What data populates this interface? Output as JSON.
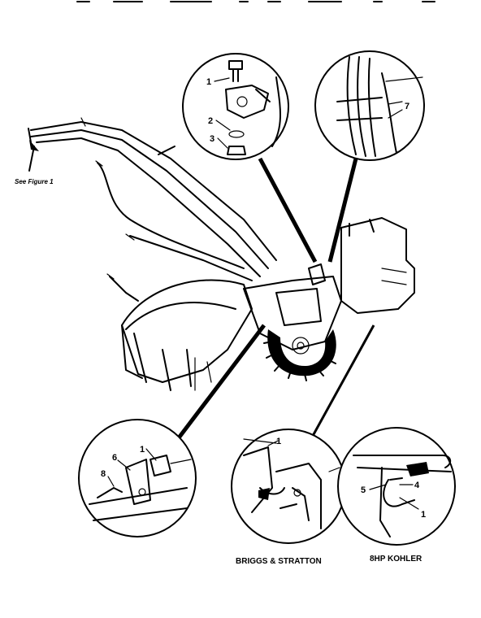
{
  "header_fragment": "",
  "see_figure": "See Figure 1",
  "captions": {
    "briggs": "BRIGGS & STRATTON",
    "kohler": "8HP KOHLER"
  },
  "callouts": {
    "top_left": [
      "1",
      "2",
      "3"
    ],
    "top_right": [
      "7"
    ],
    "bottom_left": [
      "1",
      "6",
      "8"
    ],
    "bottom_middle": [
      "1"
    ],
    "bottom_right": [
      "4",
      "5",
      "1"
    ]
  }
}
